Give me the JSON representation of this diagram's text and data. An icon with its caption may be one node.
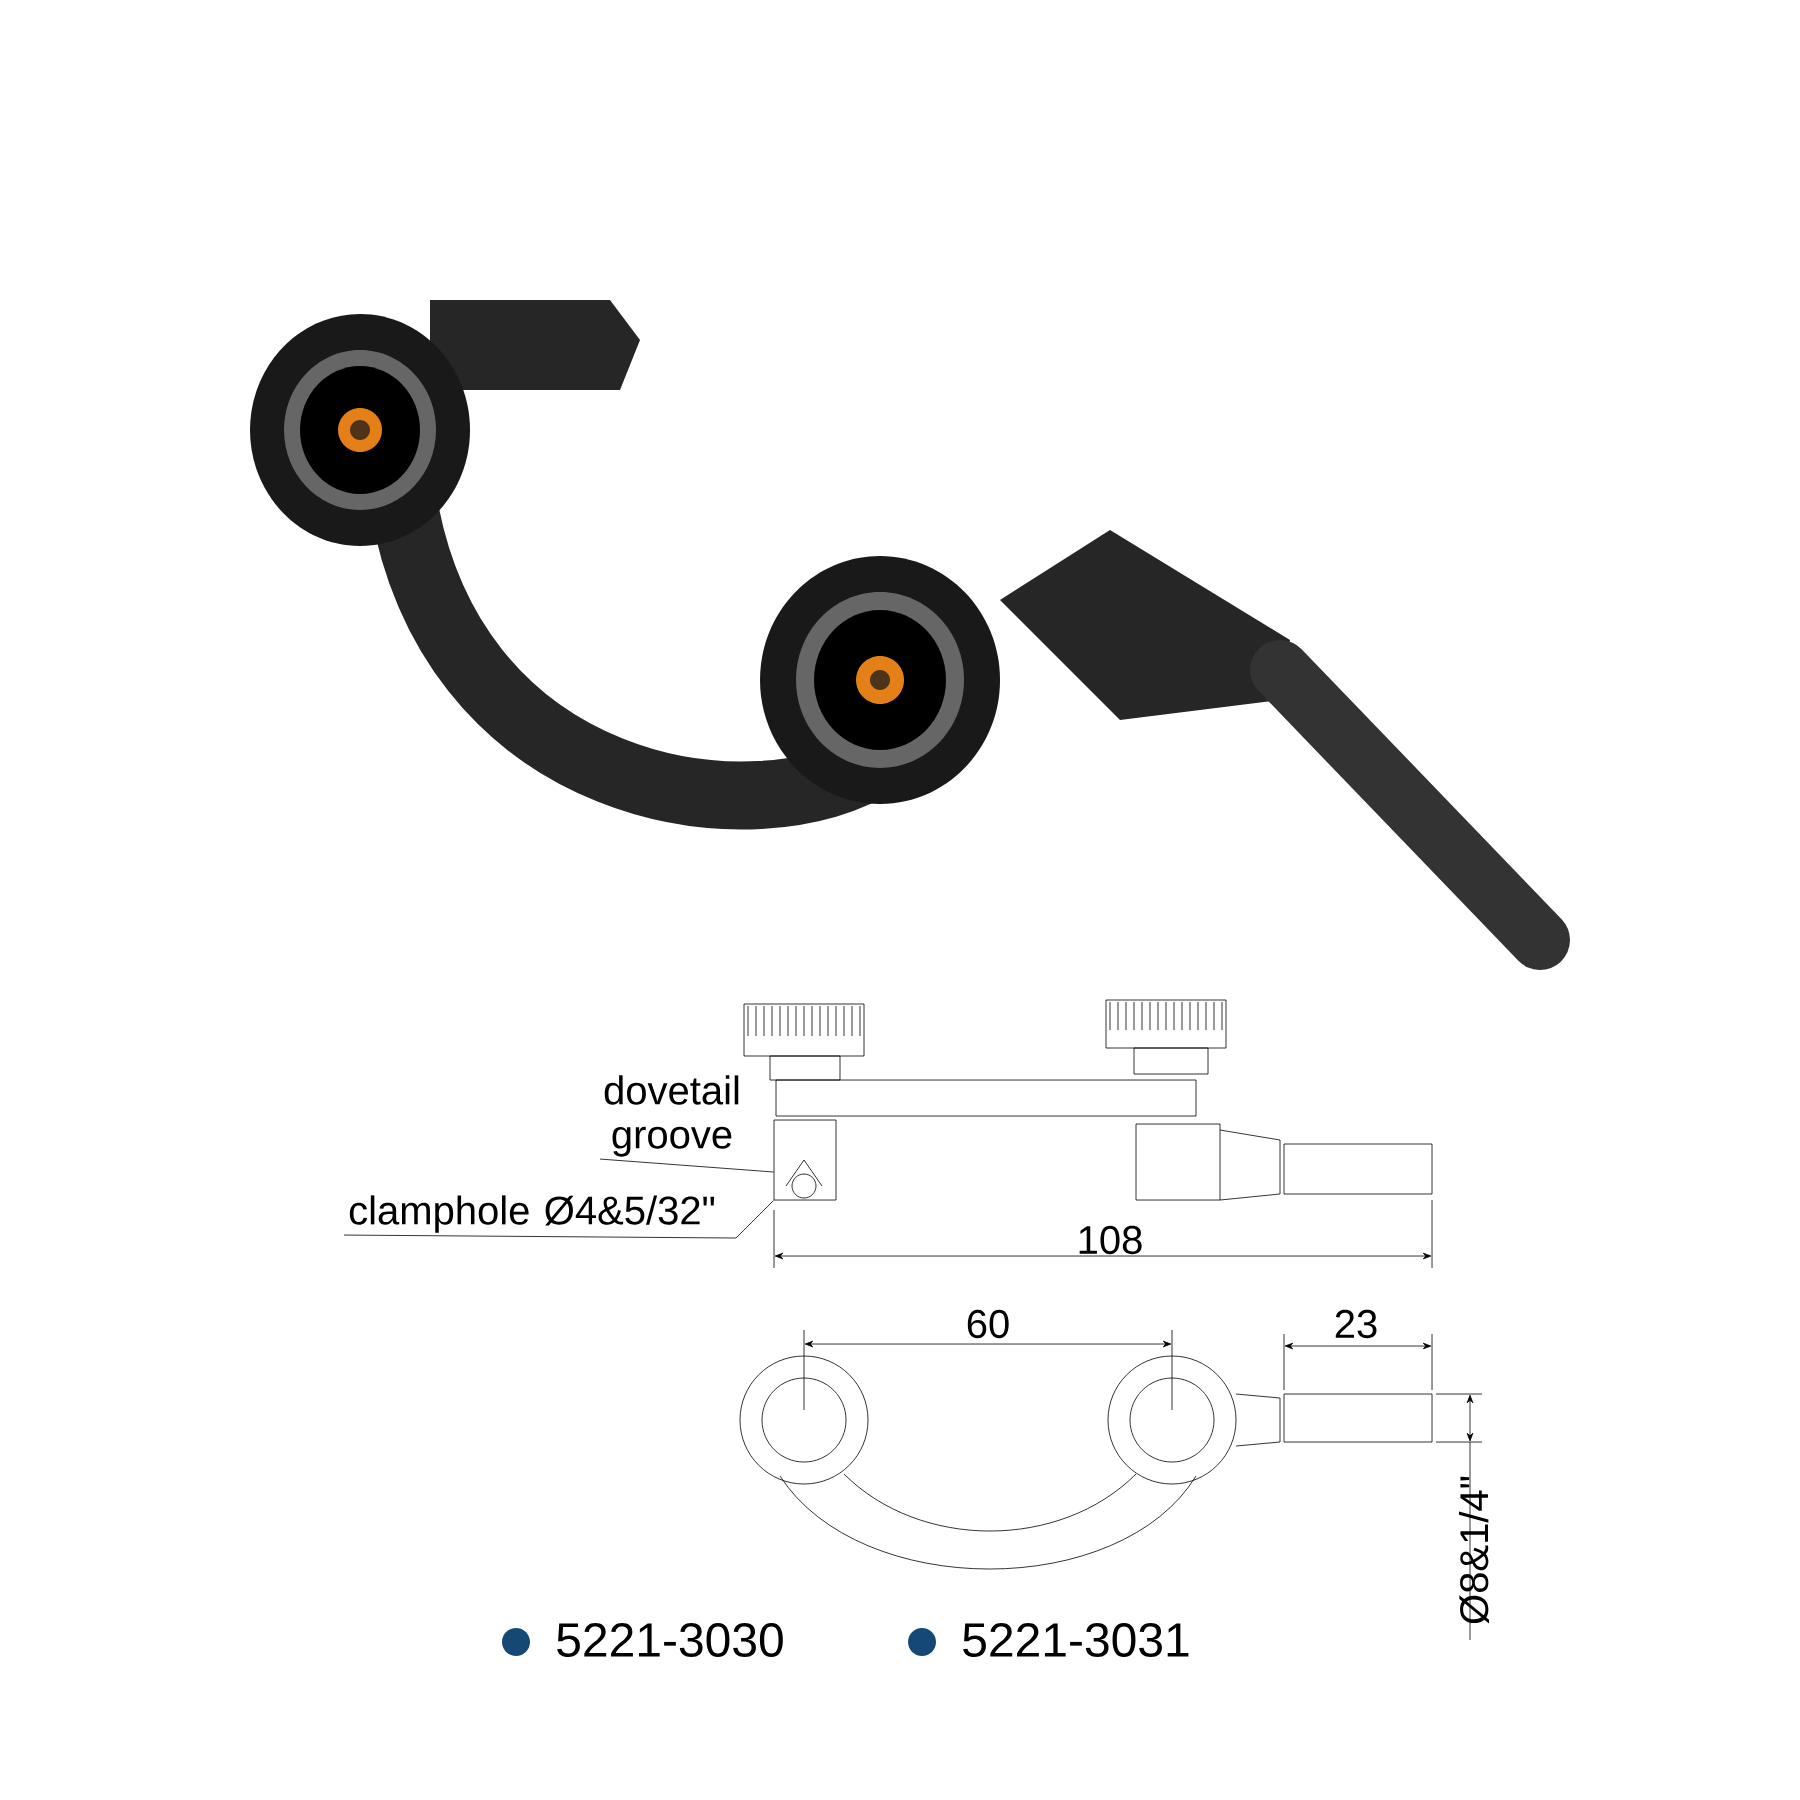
{
  "diagram": {
    "nodes": [
      {
        "text": [
          "dovetail groove"
        ]
      },
      {
        "text": [
          "clamphole Ø4&5/32\""
        ]
      },
      {
        "text": [],
        "shape": "box"
      }
    ],
    "edges": [
      {
        "from": 0,
        "to": 2,
        "arrow": "none"
      },
      {
        "from": 1,
        "to": 2,
        "arrow": "none"
      }
    ],
    "labels": [
      "108",
      "60",
      "23",
      "Ø8&1/4\"",
      "5221-3030",
      "5221-3031"
    ]
  }
}
